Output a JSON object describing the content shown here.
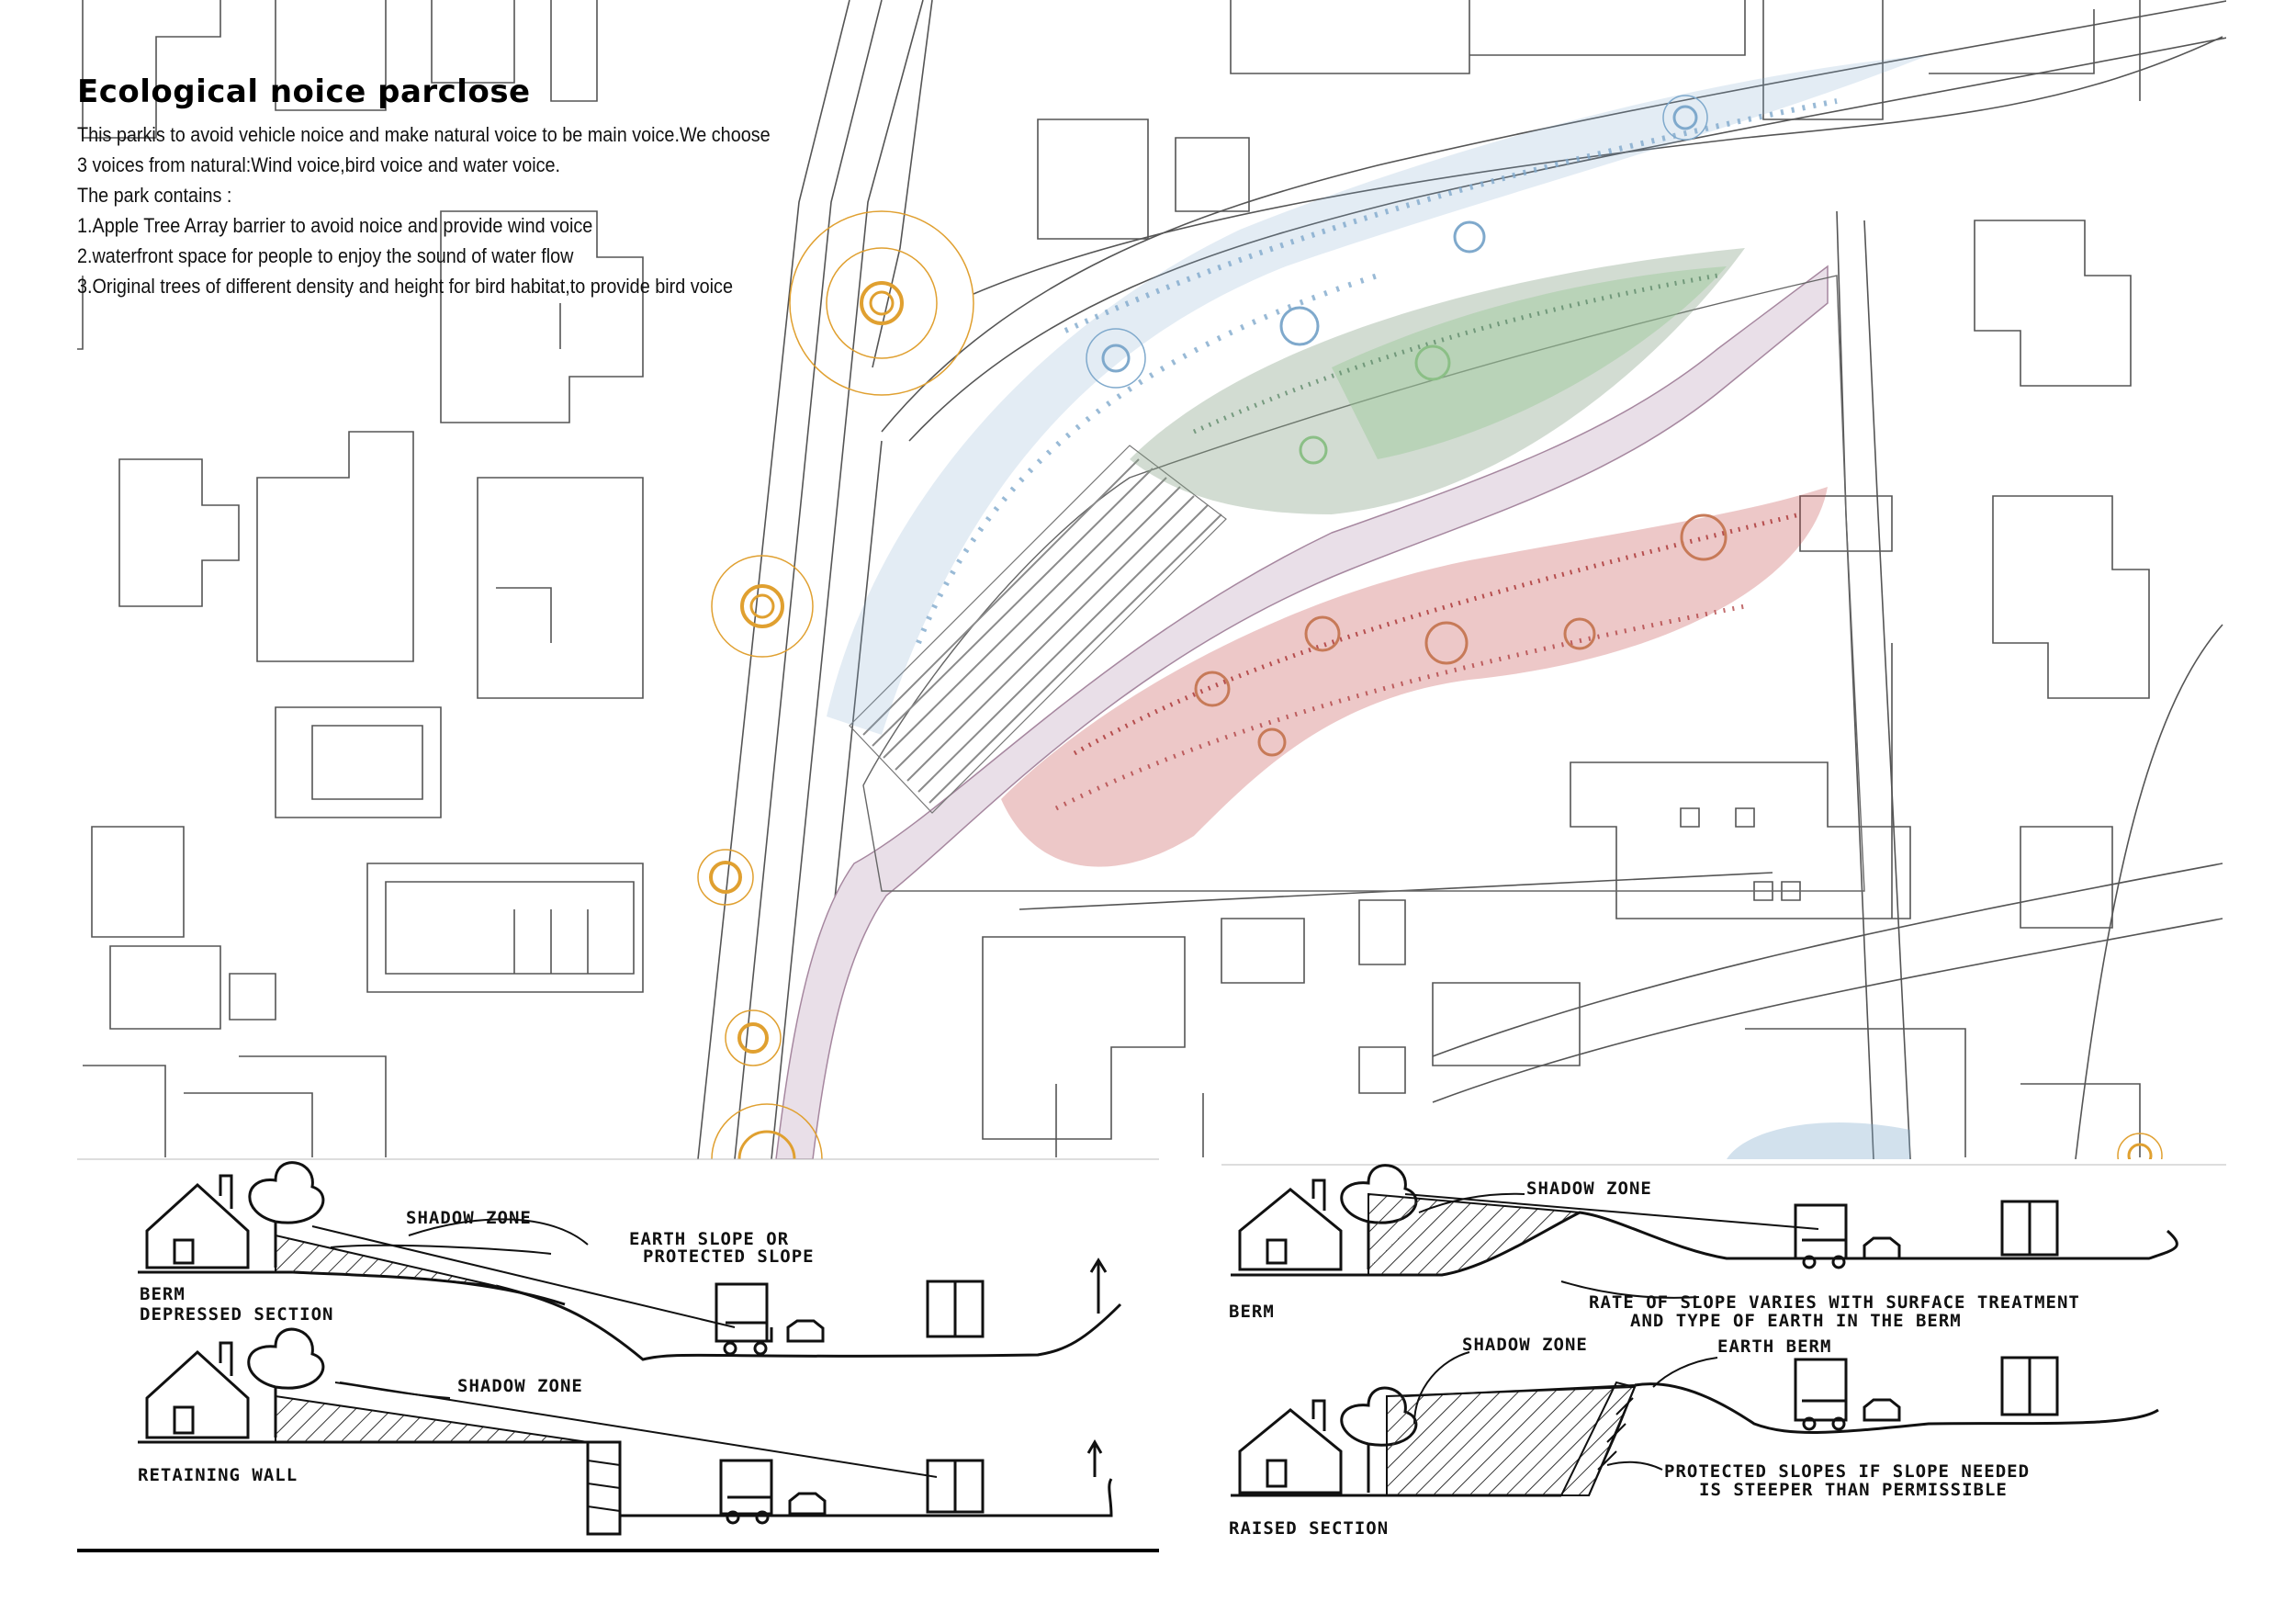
{
  "intro": {
    "title": "Ecological noice parclose",
    "lines": [
      "This parkis to avoid vehicle noice and make natural voice to be main voice.We choose",
      "3 voices from natural:Wind voice,bird voice and water voice.",
      "The park contains :",
      "1.Apple Tree Array  barrier to avoid noice and provide wind voice",
      "2.waterfront space for people to enjoy the sound of water flow",
      "3.Original trees of different density and height for bird habitat,to provide bird voice"
    ]
  },
  "colors": {
    "wind": "#7fa9cc",
    "water": "#9cc79a",
    "bird": "#c0393b",
    "traffic": "#e0a030",
    "path": "#e9dfe8",
    "linework": "#555555"
  },
  "sections": {
    "berm_depressed": {
      "shadow": "SHADOW ZONE",
      "slope_1": "EARTH SLOPE OR",
      "slope_2": "PROTECTED SLOPE",
      "label_1": "BERM",
      "label_2": "DEPRESSED SECTION"
    },
    "retaining_wall": {
      "shadow": "SHADOW ZONE",
      "label": "RETAINING WALL"
    },
    "berm": {
      "shadow": "SHADOW ZONE",
      "note_1": "RATE OF SLOPE VARIES WITH SURFACE TREATMENT",
      "note_2": "AND TYPE OF EARTH IN THE BERM",
      "label": "BERM"
    },
    "raised": {
      "shadow": "SHADOW ZONE",
      "berm": "EARTH BERM",
      "note_1": "PROTECTED SLOPES IF SLOPE NEEDED",
      "note_2": "IS STEEPER THAN PERMISSIBLE",
      "label": "RAISED SECTION"
    }
  }
}
